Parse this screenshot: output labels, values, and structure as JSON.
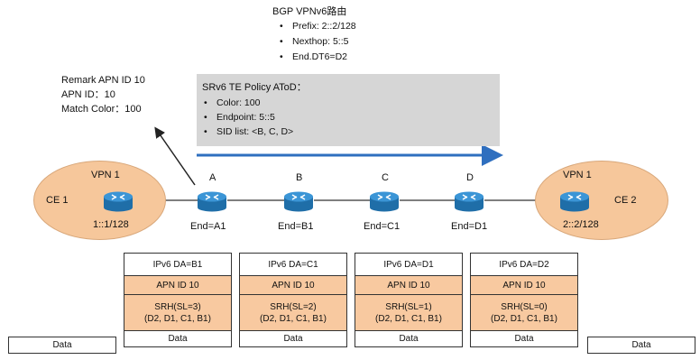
{
  "bgp": {
    "title": "BGP VPNv6路由",
    "items": [
      "Prefix: 2::2/128",
      "Nexthop: 5::5",
      "End.DT6=D2"
    ]
  },
  "remark": {
    "lines": [
      "Remark APN ID 10",
      "APN ID：10",
      "Match Color：100"
    ]
  },
  "policy": {
    "title": "SRv6 TE Policy AToD：",
    "items": [
      "Color: 100",
      "Endpoint: 5::5",
      "SID list: <B, C, D>"
    ]
  },
  "vpn_left": {
    "label": "VPN 1",
    "ce": "CE 1",
    "addr": "1::1/128"
  },
  "vpn_right": {
    "label": "VPN 1",
    "ce": "CE 2",
    "addr": "2::2/128"
  },
  "nodes": [
    {
      "name": "A",
      "end": "End=A1"
    },
    {
      "name": "B",
      "end": "End=B1"
    },
    {
      "name": "C",
      "end": "End=C1"
    },
    {
      "name": "D",
      "end": "End=D1"
    }
  ],
  "packets": [
    {
      "da": "IPv6 DA=B1",
      "apn": "APN ID 10",
      "srh": "SRH(SL=3)",
      "sids": "(D2,  D1,  C1,  B1)",
      "data": "Data"
    },
    {
      "da": "IPv6 DA=C1",
      "apn": "APN ID 10",
      "srh": "SRH(SL=2)",
      "sids": "(D2,  D1,  C1,  B1)",
      "data": "Data"
    },
    {
      "da": "IPv6 DA=D1",
      "apn": "APN ID 10",
      "srh": "SRH(SL=1)",
      "sids": "(D2,  D1,  C1,  B1)",
      "data": "Data"
    },
    {
      "da": "IPv6 DA=D2",
      "apn": "APN ID 10",
      "srh": "SRH(SL=0)",
      "sids": "(D2,  D1,  C1,  B1)",
      "data": "Data"
    }
  ],
  "data_left": "Data",
  "data_right": "Data",
  "colors": {
    "arrow": "#2f6fbf",
    "router": "#2e86c9",
    "ellipse": "#f6c79b",
    "orange_cell": "#f8c9a0",
    "policy_bg": "#d6d6d6"
  },
  "icon_names": [
    "router-icon",
    "arrow-icon"
  ]
}
